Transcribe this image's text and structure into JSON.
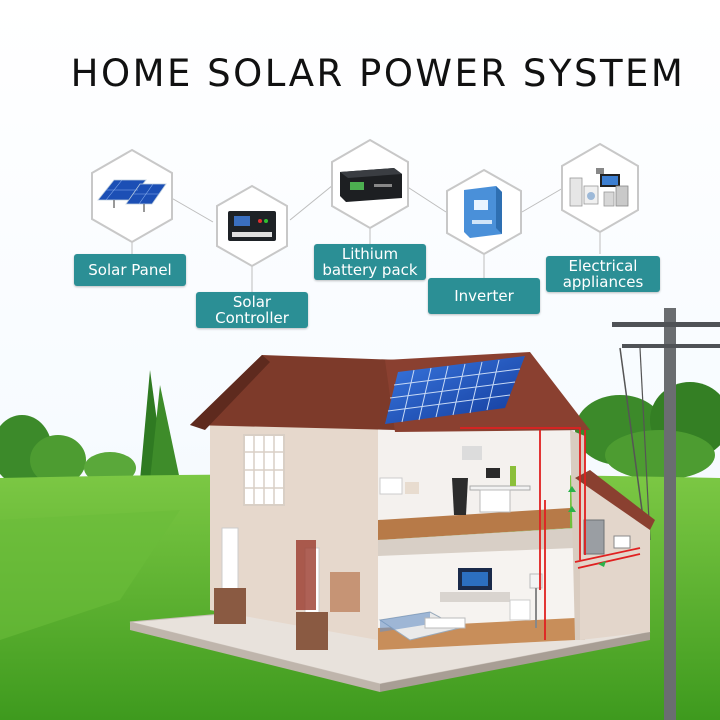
{
  "title": "HOME SOLAR POWER SYSTEM",
  "components": [
    {
      "id": "solar-panel",
      "label": "Solar Panel",
      "icon": "solar-panel-icon"
    },
    {
      "id": "solar-controller",
      "label_line1": "Solar",
      "label_line2": "Controller",
      "icon": "charge-controller-icon"
    },
    {
      "id": "battery",
      "label_line1": "Lithium",
      "label_line2": "battery pack",
      "icon": "battery-pack-icon"
    },
    {
      "id": "inverter",
      "label": "Inverter",
      "icon": "inverter-icon"
    },
    {
      "id": "appliances",
      "label_line1": "Electrical",
      "label_line2": "appliances",
      "icon": "appliances-icon"
    }
  ],
  "colors": {
    "label_bg": "#2b8f95",
    "label_text": "#ffffff",
    "hex_border": "#c8c8c8",
    "grass": "#5fb82e",
    "solar": "#1c4fb5",
    "roof": "#7d3a2a",
    "wire": "#e02020"
  }
}
